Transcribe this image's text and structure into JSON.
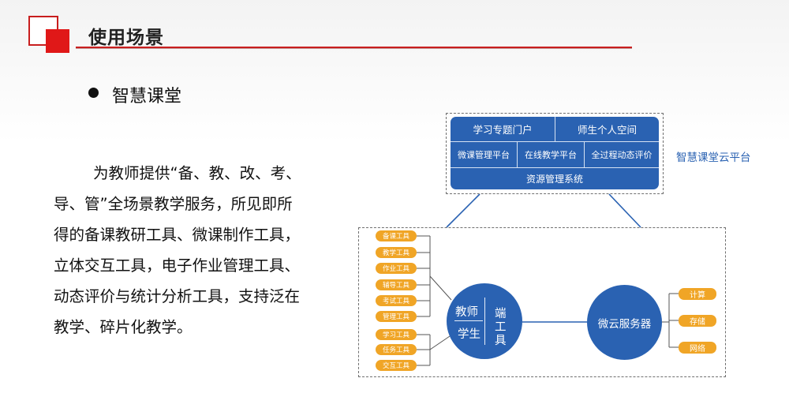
{
  "header": {
    "title": "使用场景"
  },
  "bullet": {
    "text": "智慧课堂"
  },
  "paragraph": {
    "lines": [
      "为教师提供“备、教、改、考、",
      "导、管”全场景教学服务，所见即所",
      "得的备课教研工具、微课制作工具，",
      "立体交互工具，电子作业管理工具、",
      "动态评价与统计分析工具，支持泛在",
      "教学、碎片化教学。"
    ]
  },
  "diagram": {
    "cloud_platform": {
      "label": "智慧课堂云平台",
      "row1": [
        "学习专题门户",
        "师生个人空间"
      ],
      "row2": [
        "微课管理平台",
        "在线教学平台",
        "全过程动态评价"
      ],
      "row3": "资源管理系统"
    },
    "terminal": {
      "teacher": "教师",
      "student": "学生",
      "terminal_label": [
        "端",
        "工",
        "具"
      ]
    },
    "teacher_tools": [
      "备课工具",
      "教学工具",
      "作业工具",
      "辅导工具",
      "考试工具",
      "管理工具"
    ],
    "student_tools": [
      "学习工具",
      "任务工具",
      "交互工具"
    ],
    "server": {
      "label": "微云服务器",
      "capabilities": [
        "计算",
        "存储",
        "网络"
      ]
    },
    "colors": {
      "primary_blue": "#2a62b2",
      "orange": "#f0a526",
      "accent_red": "#e01818"
    }
  }
}
